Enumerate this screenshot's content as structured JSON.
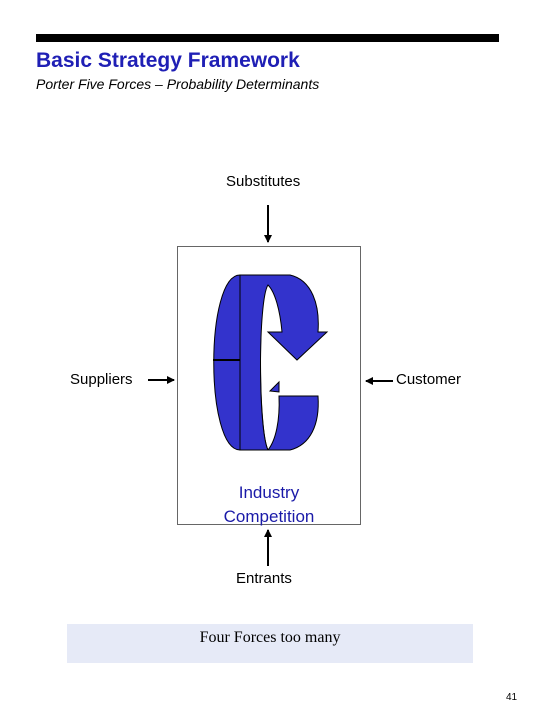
{
  "header": {
    "title": "Basic Strategy Framework",
    "subtitle": "Porter Five Forces – Probability Determinants"
  },
  "diagram": {
    "forces": {
      "top": "Substitutes",
      "left": "Suppliers",
      "right": "Customer",
      "bottom": "Entrants"
    },
    "center_label": [
      "Industry",
      "Competition"
    ],
    "cycle_color": "#3333cc"
  },
  "note": {
    "text": "Four Forces too many",
    "background": "#e6eaf7"
  },
  "footer": {
    "page_number": "41"
  }
}
